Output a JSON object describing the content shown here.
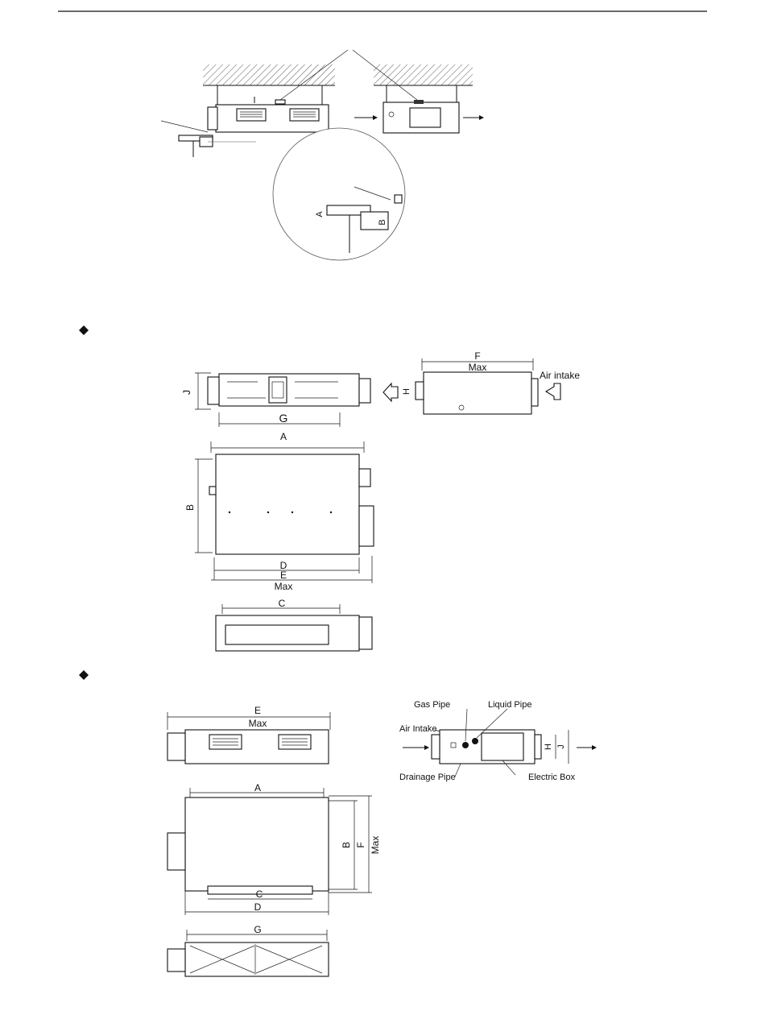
{
  "section_top": {
    "dim_labels": [
      "A",
      "B"
    ]
  },
  "section_1": {
    "side_view": {
      "labels": [
        "J",
        "G",
        "H"
      ]
    },
    "end_view": {
      "dim_label": "F",
      "max_label": "Max",
      "air_intake": "Air intake",
      "height_label": "H"
    },
    "top_view": {
      "labels": [
        "A",
        "B",
        "D",
        "E",
        "Max"
      ]
    },
    "bottom_view": {
      "label": "C"
    }
  },
  "section_2": {
    "front_view": {
      "label": "E",
      "max_label": "Max"
    },
    "side_view": {
      "gas_pipe": "Gas Pipe",
      "liquid_pipe": "Liquid Pipe",
      "air_intake": "Air Intake",
      "drainage_pipe": "Drainage Pipe",
      "electric_box": "Electric Box",
      "h_label": "H",
      "j_label": "J"
    },
    "top_view": {
      "labels": [
        "A",
        "B",
        "F",
        "Max",
        "C",
        "D"
      ]
    },
    "bottom_view": {
      "label": "G"
    }
  },
  "colors": {
    "line": "#111111",
    "hatch": "#555555",
    "background": "#ffffff"
  }
}
